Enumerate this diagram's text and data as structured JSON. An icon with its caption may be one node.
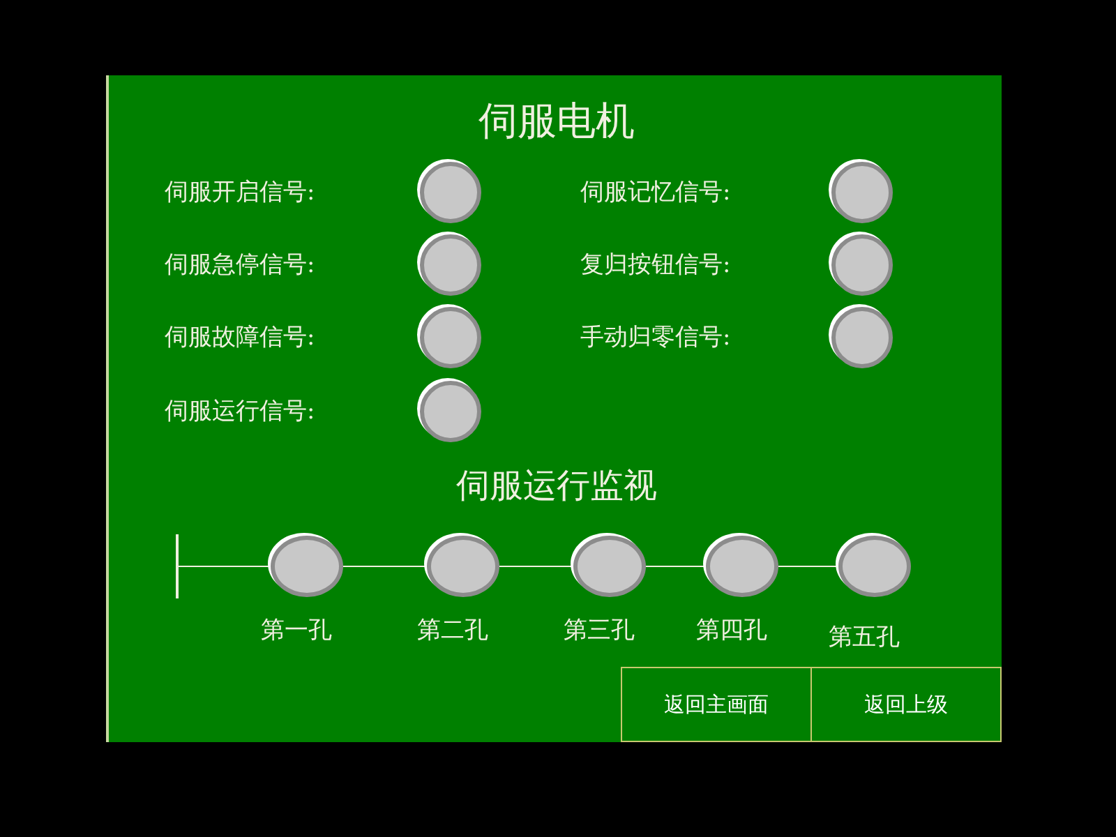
{
  "diagram": {
    "title": "伺服电机",
    "nodes": [
      {
        "text": [],
        "shape": "circle"
      },
      {
        "text": [],
        "shape": "circle"
      },
      {
        "text": [],
        "shape": "circle"
      },
      {
        "text": [],
        "shape": "circle"
      },
      {
        "text": [],
        "shape": "circle"
      },
      {
        "text": [],
        "shape": "circle"
      },
      {
        "text": [],
        "shape": "circle"
      },
      {
        "text": [],
        "shape": "bar"
      },
      {
        "text": [],
        "shape": "circle",
        "beside": [
          "第一孔"
        ]
      },
      {
        "text": [],
        "shape": "circle",
        "beside": [
          "第二孔"
        ]
      },
      {
        "text": [],
        "shape": "circle",
        "beside": [
          "第三孔"
        ]
      },
      {
        "text": [],
        "shape": "circle",
        "beside": [
          "第四孔"
        ]
      },
      {
        "text": [],
        "shape": "circle",
        "beside": [
          "第五孔"
        ]
      },
      {
        "text": [
          "返回主画面"
        ]
      },
      {
        "text": [
          "返回上级"
        ]
      }
    ],
    "edges": [
      {
        "from": 7,
        "to": 8,
        "arrow": "none"
      },
      {
        "from": 8,
        "to": 9,
        "arrow": "none"
      },
      {
        "from": 9,
        "to": 10,
        "arrow": "none"
      },
      {
        "from": 10,
        "to": 11,
        "arrow": "none"
      },
      {
        "from": 11,
        "to": 12,
        "arrow": "none"
      }
    ],
    "labels": [
      "伺服开启信号:",
      "伺服记忆信号:",
      "伺服急停信号:",
      "复归按钮信号:",
      "伺服故障信号:",
      "手动归零信号:",
      "伺服运行信号:",
      "伺服运行监视"
    ]
  }
}
